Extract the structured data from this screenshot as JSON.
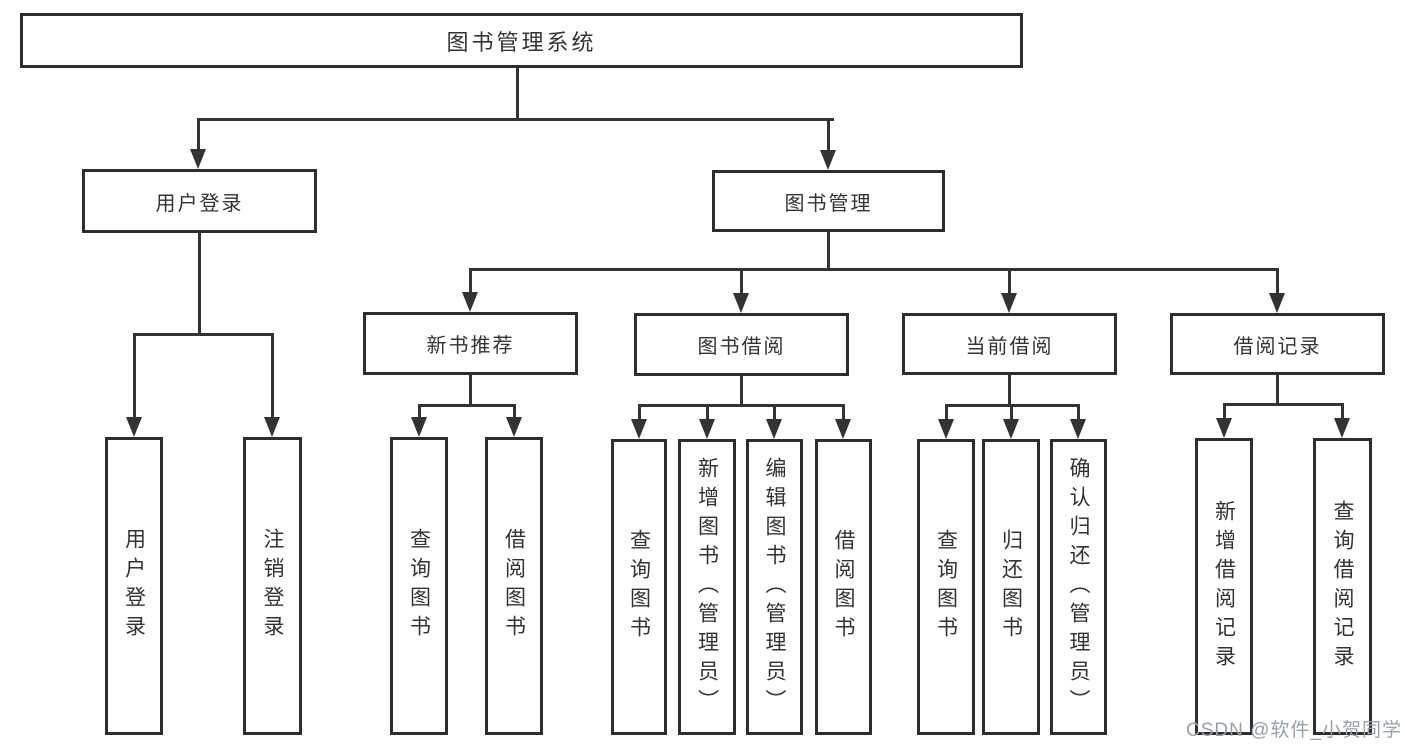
{
  "diagram": {
    "root": {
      "label": "图书管理系统"
    },
    "level2": [
      {
        "id": "user-login",
        "label": "用户登录"
      },
      {
        "id": "book-management",
        "label": "图书管理"
      }
    ],
    "level3": [
      {
        "id": "new-book-recommend",
        "label": "新书推荐"
      },
      {
        "id": "book-borrow",
        "label": "图书借阅"
      },
      {
        "id": "current-borrow",
        "label": "当前借阅"
      },
      {
        "id": "borrow-records",
        "label": "借阅记录"
      }
    ],
    "leaves": [
      {
        "id": "user-login-leaf",
        "label": "用户登录",
        "parent": "用户登录"
      },
      {
        "id": "logout",
        "label": "注销登录",
        "parent": "用户登录"
      },
      {
        "id": "nb-query-books",
        "label": "查询图书",
        "parent": "新书推荐"
      },
      {
        "id": "nb-borrow-books",
        "label": "借阅图书",
        "parent": "新书推荐"
      },
      {
        "id": "bb-query-books",
        "label": "查询图书",
        "parent": "图书借阅"
      },
      {
        "id": "bb-add-books-admin",
        "label": "新增图书（管理员）",
        "parent": "图书借阅"
      },
      {
        "id": "bb-edit-books-admin",
        "label": "编辑图书（管理员）",
        "parent": "图书借阅"
      },
      {
        "id": "bb-borrow-books",
        "label": "借阅图书",
        "parent": "图书借阅"
      },
      {
        "id": "cb-query-books",
        "label": "查询图书",
        "parent": "当前借阅"
      },
      {
        "id": "cb-return-books",
        "label": "归还图书",
        "parent": "当前借阅"
      },
      {
        "id": "cb-confirm-return-admin",
        "label": "确认归还（管理员）",
        "parent": "当前借阅"
      },
      {
        "id": "rec-add-record",
        "label": "新增借阅记录",
        "parent": "借阅记录"
      },
      {
        "id": "rec-query-record",
        "label": "查询借阅记录",
        "parent": "借阅记录"
      }
    ]
  },
  "watermark": {
    "text": "CSDN @软件_小贺同学"
  },
  "colors": {
    "background": "#ffffff",
    "box_border": "#2d2d2d",
    "line": "#333333",
    "text": "#333333",
    "watermark": "#9aa0a8"
  }
}
